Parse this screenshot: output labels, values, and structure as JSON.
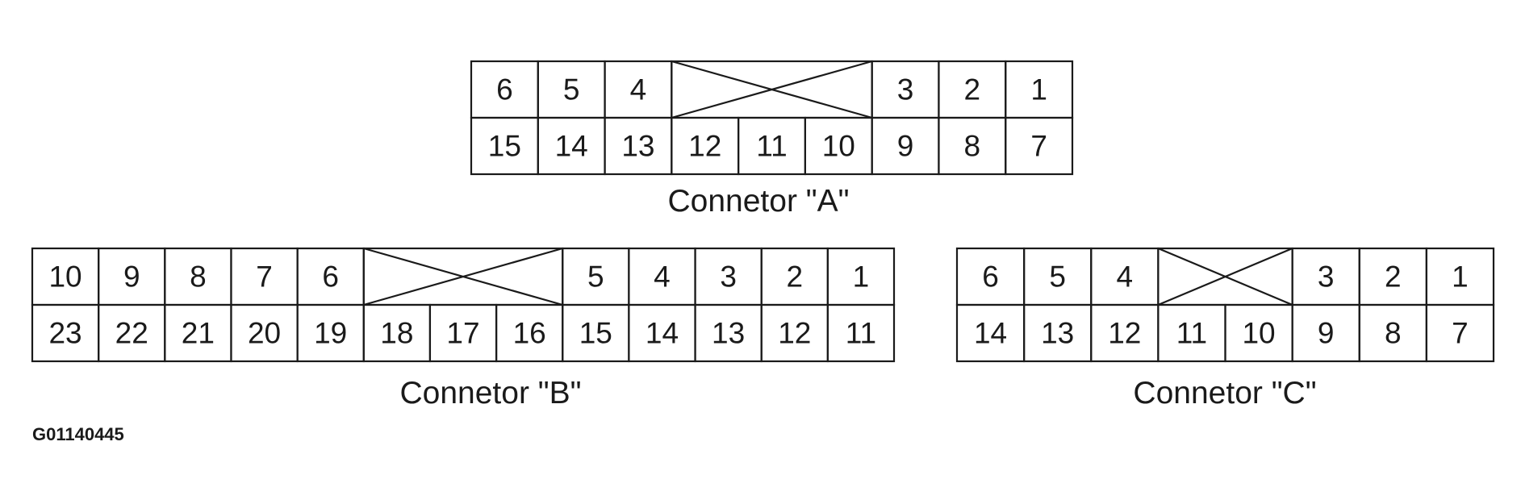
{
  "figure_id": "G01140445",
  "connectors": {
    "a": {
      "caption": "Connetor \"A\"",
      "top_row": [
        "6",
        "5",
        "4",
        "",
        "3",
        "2",
        "1"
      ],
      "bottom_row": [
        "15",
        "14",
        "13",
        "12",
        "11",
        "10",
        "9",
        "8",
        "7"
      ]
    },
    "b": {
      "caption": "Connetor \"B\"",
      "top_row": [
        "10",
        "9",
        "8",
        "7",
        "6",
        "",
        "5",
        "4",
        "3",
        "2",
        "1"
      ],
      "bottom_row": [
        "23",
        "22",
        "21",
        "20",
        "19",
        "18",
        "17",
        "16",
        "15",
        "14",
        "13",
        "12",
        "11"
      ]
    },
    "c": {
      "caption": "Connetor \"C\"",
      "top_row": [
        "6",
        "5",
        "4",
        "",
        "3",
        "2",
        "1"
      ],
      "bottom_row": [
        "14",
        "13",
        "12",
        "11",
        "10",
        "9",
        "8",
        "7"
      ]
    }
  }
}
